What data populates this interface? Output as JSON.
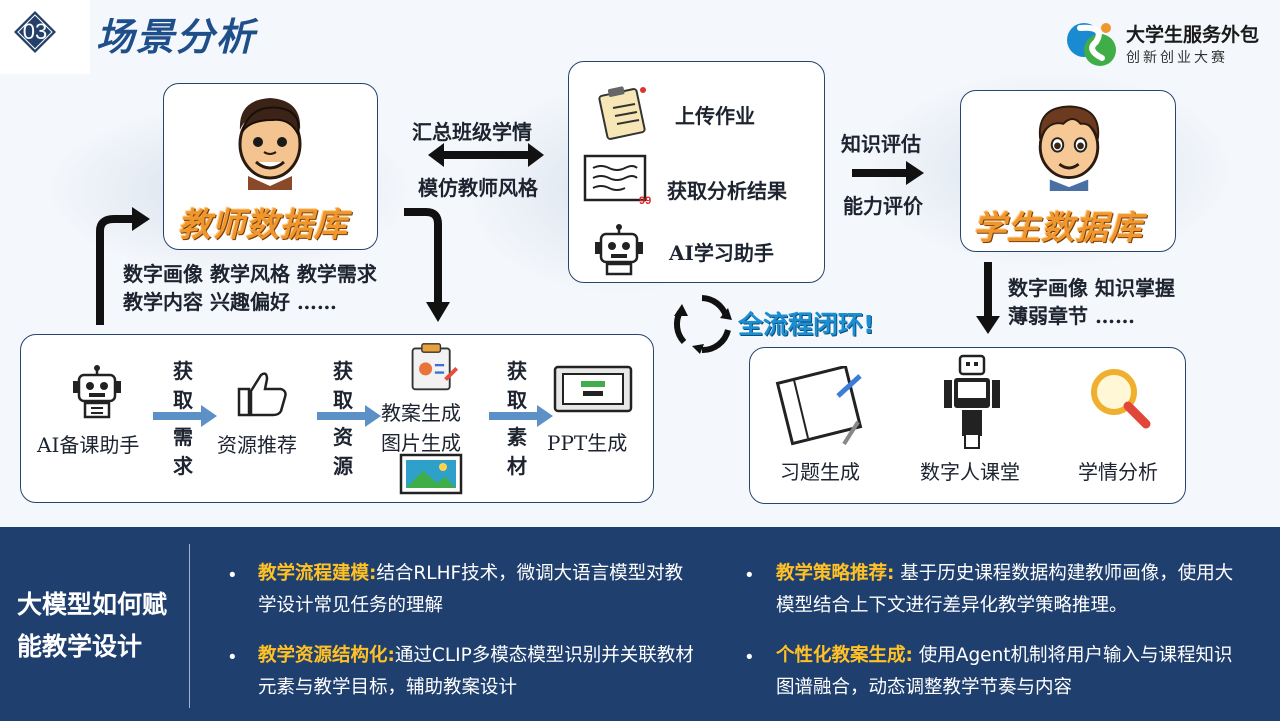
{
  "header": {
    "section_number": "03",
    "title": "场景分析",
    "brand_title": "大学生服务外包",
    "brand_subtitle": "创新创业大赛"
  },
  "teacher": {
    "title": "教师数据库",
    "attr_line1": "数字画像  教学风格  教学需求",
    "attr_line2": "教学内容  兴趣偏好  ……"
  },
  "exchange": {
    "line1": "汇总班级学情",
    "line2": "模仿教师风格"
  },
  "tools": [
    {
      "label": "上传作业",
      "icon": "clipboard-icon"
    },
    {
      "label": "获取分析结果",
      "icon": "report-icon"
    },
    {
      "label": "AI学习助手",
      "icon": "robot-icon"
    }
  ],
  "assessment": {
    "line1": "知识评估",
    "line2": "能力评价"
  },
  "student": {
    "title": "学生数据库",
    "attr_line1": "数字画像  知识掌握",
    "attr_line2": "薄弱章节      ……"
  },
  "loop_label": "全流程闭环!",
  "prep_flow": {
    "assistant": "AI备课助手",
    "step1_arrow": "获取需求",
    "resource": "资源推荐",
    "step2_arrow": "获取资源",
    "plan_line1": "教案生成",
    "plan_line2": "图片生成",
    "step3_arrow": "获取素材",
    "ppt": "PPT生成"
  },
  "classroom": [
    {
      "label": "习题生成",
      "icon": "notebook-icon"
    },
    {
      "label": "数字人课堂",
      "icon": "digital-human-icon"
    },
    {
      "label": "学情分析",
      "icon": "magnifier-icon"
    }
  ],
  "bottom": {
    "heading": "大模型如何赋能教学设计",
    "points": [
      {
        "keyword": "教学流程建模:",
        "text": "结合RLHF技术，微调大语言模型对教学设计常见任务的理解"
      },
      {
        "keyword": "教学资源结构化:",
        "text": "通过CLIP多模态模型识别并关联教材元素与教学目标，辅助教案设计"
      },
      {
        "keyword": "教学策略推荐:",
        "text": " 基于历史课程数据构建教师画像，使用大模型结合上下文进行差异化教学策略推理。"
      },
      {
        "keyword": "个性化教案生成:",
        "text": " 使用Agent机制将用户输入与课程知识图谱融合，动态调整教学节奏与内容"
      }
    ]
  },
  "colors": {
    "title_blue": "#1f4f8a",
    "db_orange": "#f0962f",
    "panel_navy": "#1f3f6e",
    "keyword_gold": "#ffc125",
    "loop_blue": "#1c8fd3"
  }
}
